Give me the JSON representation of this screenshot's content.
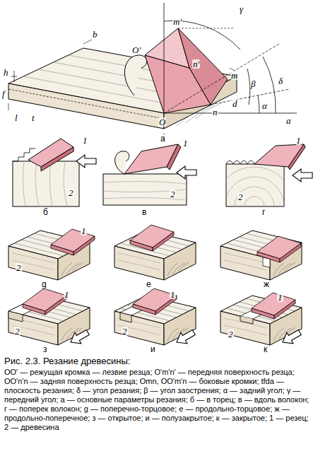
{
  "diagram": {
    "title": "Рис. 2.3. Резание древесины:",
    "caption": "OO' — режущая кромка — лезвие резца; O'm'n' — передняя поверхность резца; OO'n'n — задняя поверхность резца; Omn, OO'm'n — боковые кромки; tfda — плоскость резания; δ — угол резания; β — угол заострения; α — задний угол; γ — передний угол; а — основные параметры резания; б — в торец; в — вдоль волокон; г — поперек волокон; g — поперечно-торцовое; е — продольно-торцовое; ж — продольно-поперечное; з — открытое; и — полузакрытое; к — закрытое; 1 — резец; 2 — древесина",
    "labels": [
      "γ",
      "m'",
      "O'",
      "n'",
      "m",
      "d",
      "β",
      "δ",
      "α",
      "a",
      "b",
      "h",
      "f",
      "l",
      "t",
      "O",
      "n",
      "а",
      "1",
      "2",
      "б",
      "1",
      "2",
      "в",
      "1",
      "2",
      "г",
      "1",
      "2",
      "g",
      "е",
      "ж",
      "1",
      "2",
      "з",
      "1",
      "2",
      "и",
      "1",
      "2",
      "к"
    ]
  }
}
